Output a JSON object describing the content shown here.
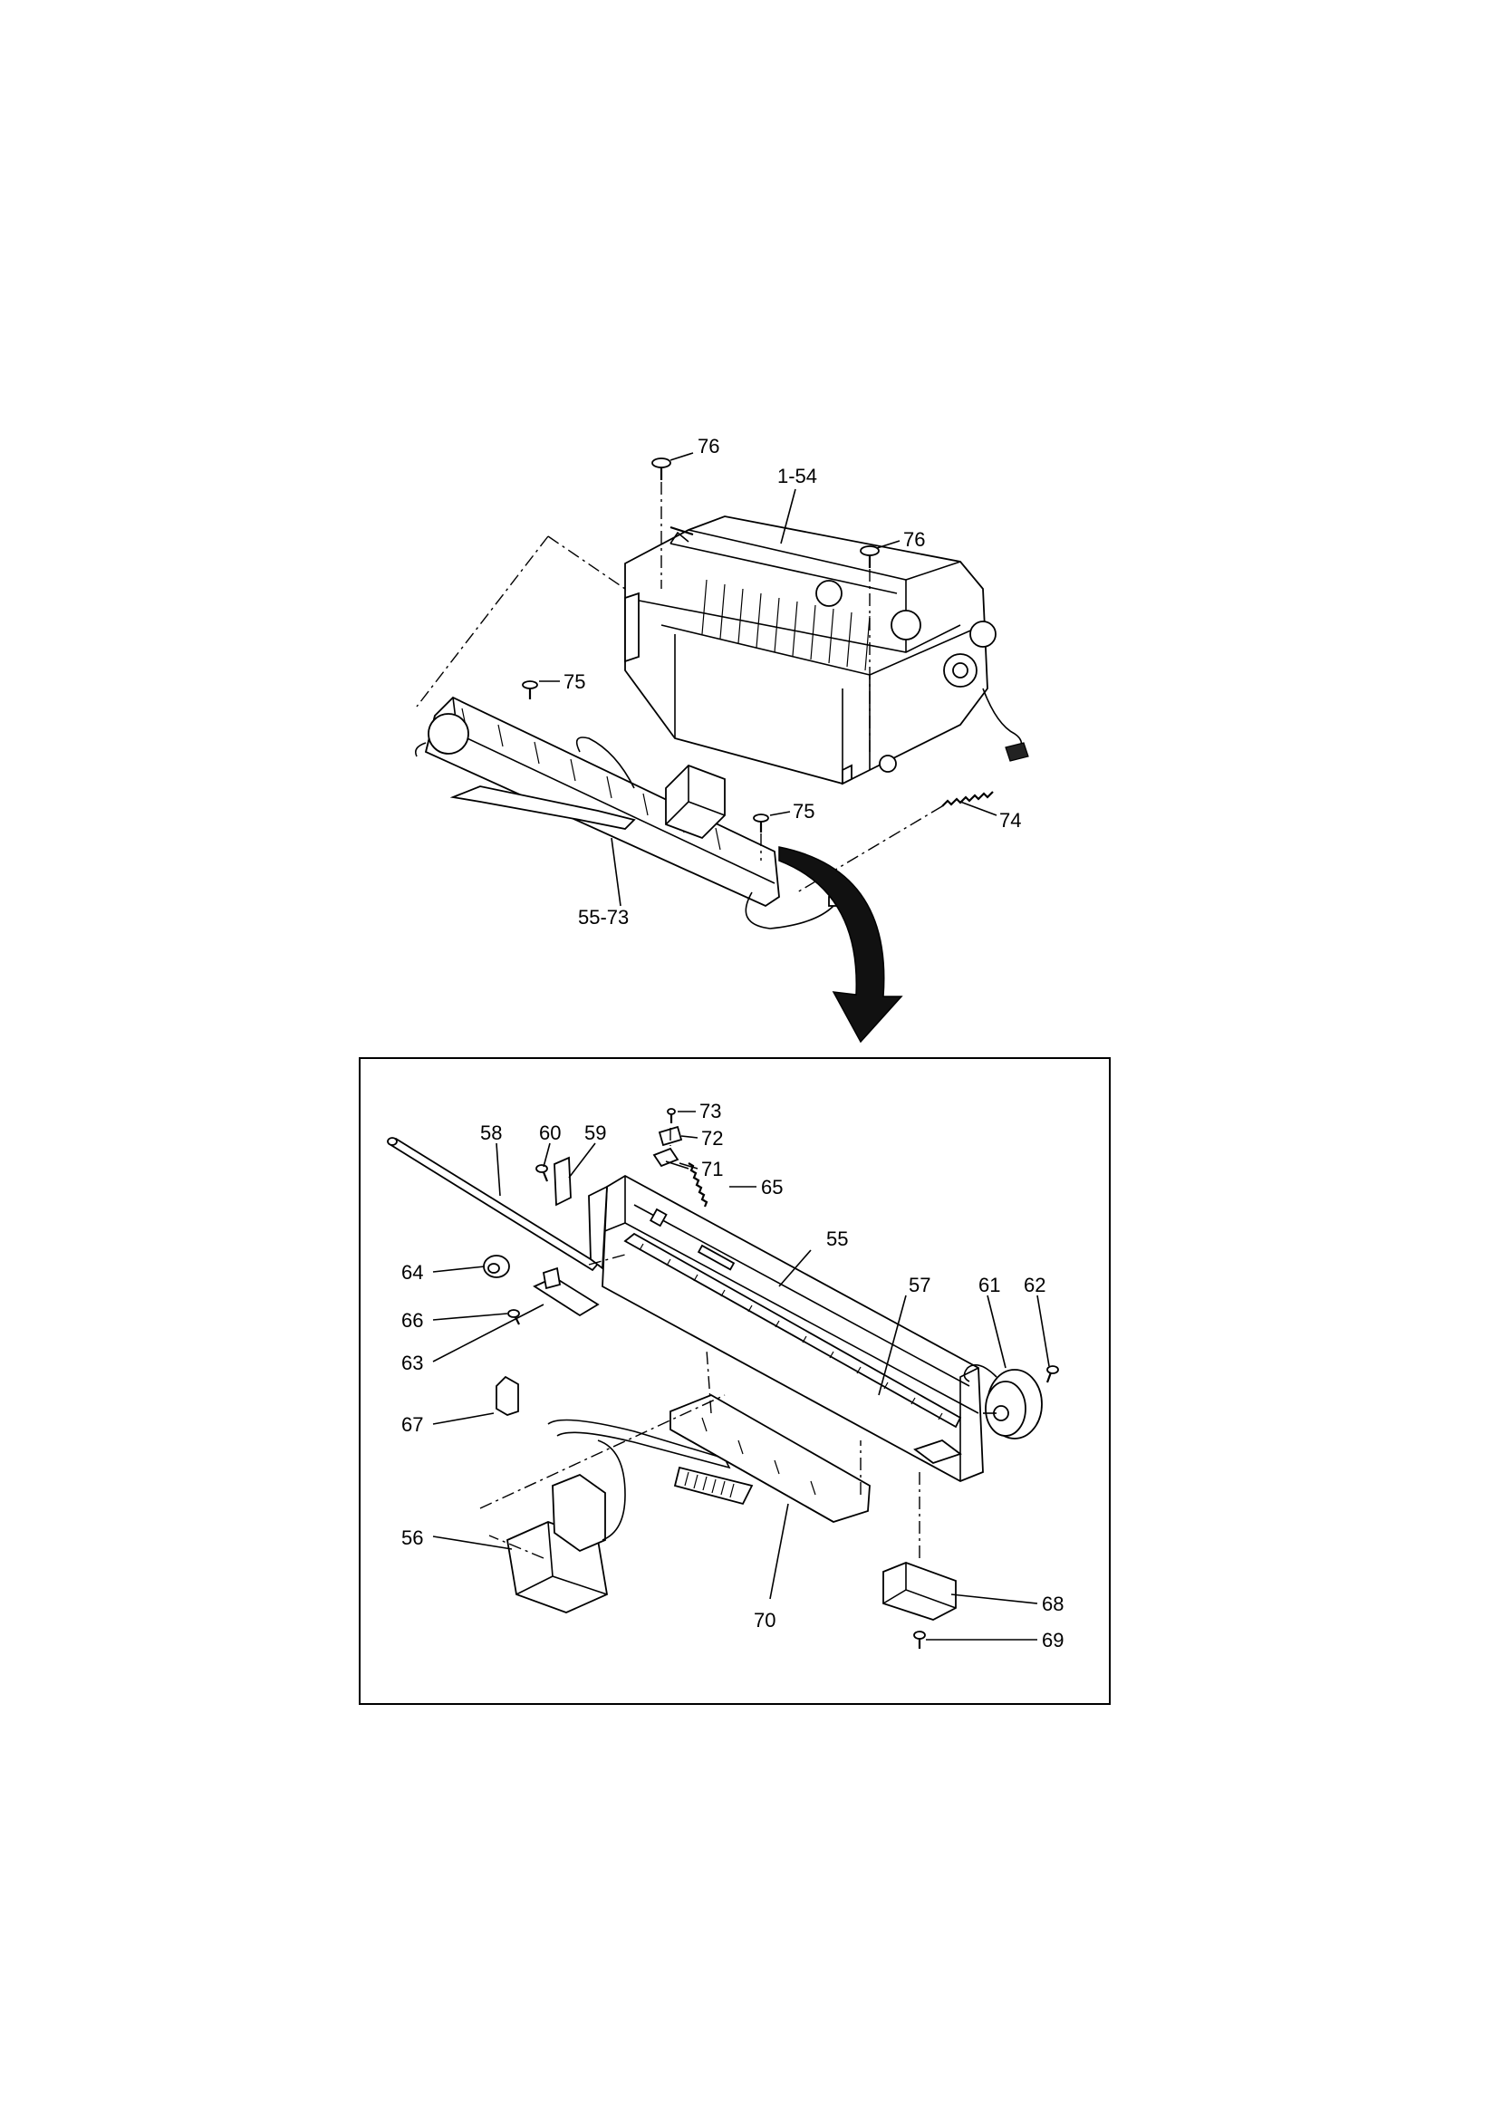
{
  "callouts": {
    "c76a": "76",
    "c154": "1-54",
    "c76b": "76",
    "c75a": "75",
    "c75b": "75",
    "c74": "74",
    "c5573": "55-73",
    "c73": "73",
    "c72": "72",
    "c71": "71",
    "c58": "58",
    "c60": "60",
    "c59": "59",
    "c65": "65",
    "c55": "55",
    "c57": "57",
    "c61": "61",
    "c62": "62",
    "c64": "64",
    "c66": "66",
    "c63": "63",
    "c67": "67",
    "c56": "56",
    "c70": "70",
    "c68": "68",
    "c69": "69"
  }
}
